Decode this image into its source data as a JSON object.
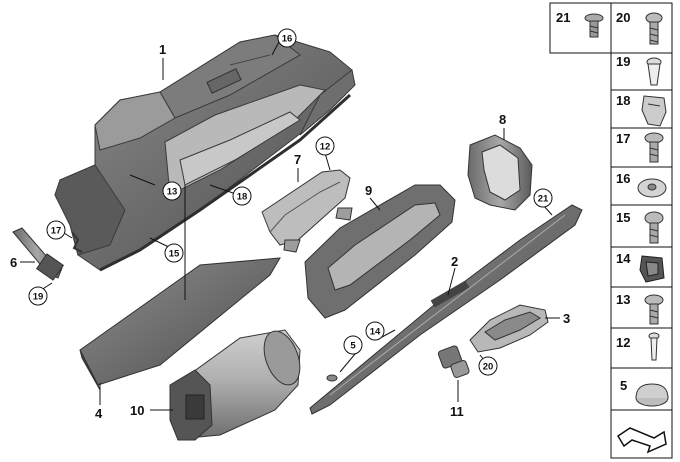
{
  "diagram": {
    "callouts_plain": [
      {
        "id": "c1",
        "text": "1"
      },
      {
        "id": "c2",
        "text": "2"
      },
      {
        "id": "c3",
        "text": "3"
      },
      {
        "id": "c4",
        "text": "4"
      },
      {
        "id": "c6",
        "text": "6"
      },
      {
        "id": "c7",
        "text": "7"
      },
      {
        "id": "c8",
        "text": "8"
      },
      {
        "id": "c9",
        "text": "9"
      },
      {
        "id": "c10",
        "text": "10"
      },
      {
        "id": "c11",
        "text": "11"
      }
    ],
    "callouts_circled": [
      {
        "id": "cc16",
        "text": "16"
      },
      {
        "id": "cc13",
        "text": "13"
      },
      {
        "id": "cc18",
        "text": "18"
      },
      {
        "id": "cc17",
        "text": "17"
      },
      {
        "id": "cc15",
        "text": "15"
      },
      {
        "id": "cc19",
        "text": "19"
      },
      {
        "id": "cc12",
        "text": "12"
      },
      {
        "id": "cc21",
        "text": "21"
      },
      {
        "id": "cc14",
        "text": "14"
      },
      {
        "id": "cc5",
        "text": "5"
      },
      {
        "id": "cc20",
        "text": "20"
      }
    ]
  },
  "parts_panel": {
    "top_row": [
      "21",
      "20"
    ],
    "column": [
      "19",
      "18",
      "17",
      "16",
      "15",
      "14",
      "13",
      "12",
      "5"
    ]
  }
}
